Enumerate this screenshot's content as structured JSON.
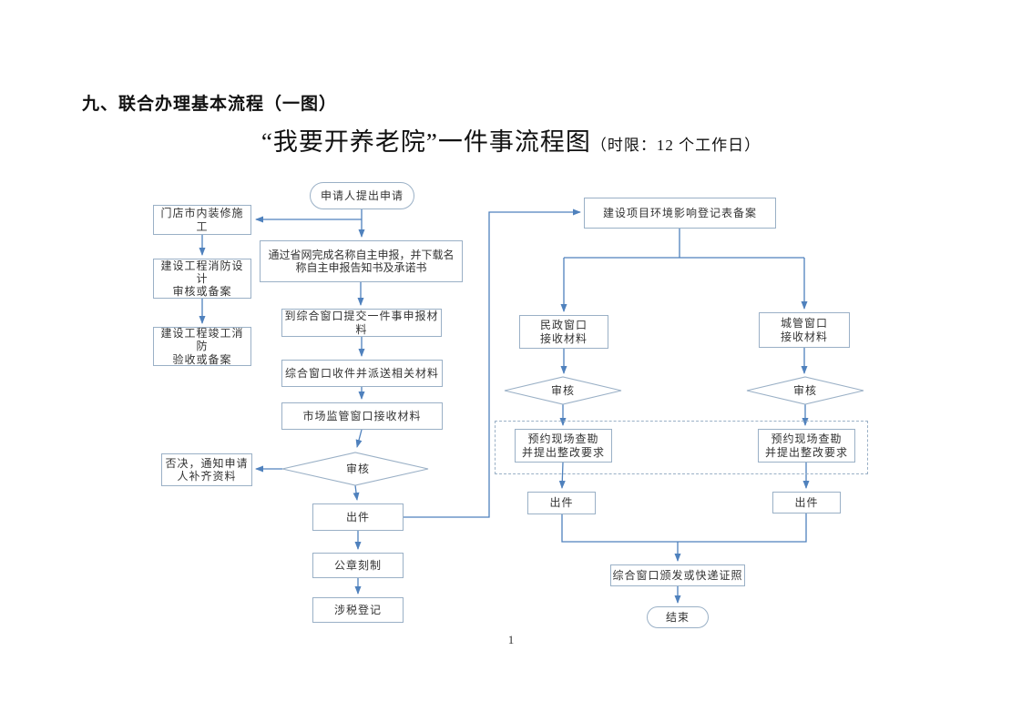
{
  "page": {
    "heading": "九、联合办理基本流程（一图）",
    "title": "“我要开养老院”一件事流程图",
    "title_note": "（时限：12 个工作日）",
    "page_number": "1"
  },
  "colors": {
    "connector": "#4f81bd",
    "shape_border": "#9ab0c6",
    "text": "#333333"
  },
  "flowchart": {
    "nodes": {
      "start": "申请人提出申请",
      "shop_decor": "门店市内装修施工",
      "fire_design": "建设工程消防设计\n审核或备案",
      "fire_accept": "建设工程竣工消防\n验收或备案",
      "reject": "否决，通知申请\n人补齐资料",
      "province_net": "通过省网完成名称自主申报，并下载名\n称自主申报告知书及承诺书",
      "submit_window": "到综合窗口提交一件事申报材\n料",
      "dispatch": "综合窗口收件并派送相关材料",
      "market_window": "市场监管窗口接收材料",
      "review_main": "审核",
      "issue_main": "出件",
      "seal": "公章刻制",
      "tax": "涉税登记",
      "env_record": "建设项目环境影响登记表备案",
      "civil_window": "民政窗口\n接收材料",
      "urban_window": "城管窗口\n接收材料",
      "review_civil": "审核",
      "review_urban": "审核",
      "site_survey_left": "预约现场查勘\n并提出整改要求",
      "site_survey_right": "预约现场查勘\n并提出整改要求",
      "issue_left": "出件",
      "issue_right": "出件",
      "license_delivery": "综合窗口颁发或快递证照",
      "end": "结束"
    }
  }
}
